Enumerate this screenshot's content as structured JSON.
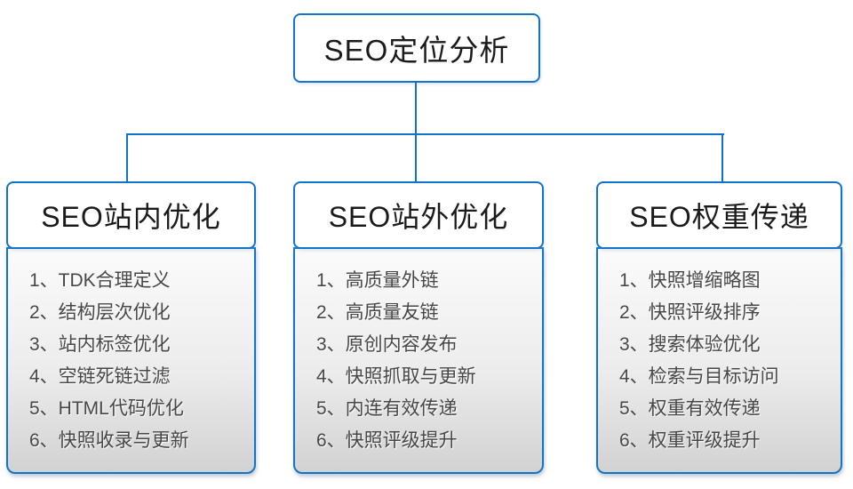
{
  "colors": {
    "accent_blue": "#1274c8",
    "panel_gradient_top": "#fbfbfb",
    "panel_gradient_mid": "#ececec",
    "panel_gradient_bottom": "#d2d2d2",
    "title_text": "#1b1b1b",
    "item_text": "#474747"
  },
  "root": {
    "title": "SEO定位分析"
  },
  "branches": [
    {
      "title": "SEO站内优化",
      "items": [
        "1、TDK合理定义",
        "2、结构层次优化",
        "3、站内标签优化",
        "4、空链死链过滤",
        "5、HTML代码优化",
        "6、快照收录与更新"
      ]
    },
    {
      "title": "SEO站外优化",
      "items": [
        "1、高质量外链",
        "2、高质量友链",
        "3、原创内容发布",
        "4、快照抓取与更新",
        "5、内连有效传递",
        "6、快照评级提升"
      ]
    },
    {
      "title": "SEO权重传递",
      "items": [
        "1、快照增缩略图",
        "2、快照评级排序",
        "3、搜索体验优化",
        "4、检索与目标访问",
        "5、权重有效传递",
        "6、权重评级提升"
      ]
    }
  ]
}
